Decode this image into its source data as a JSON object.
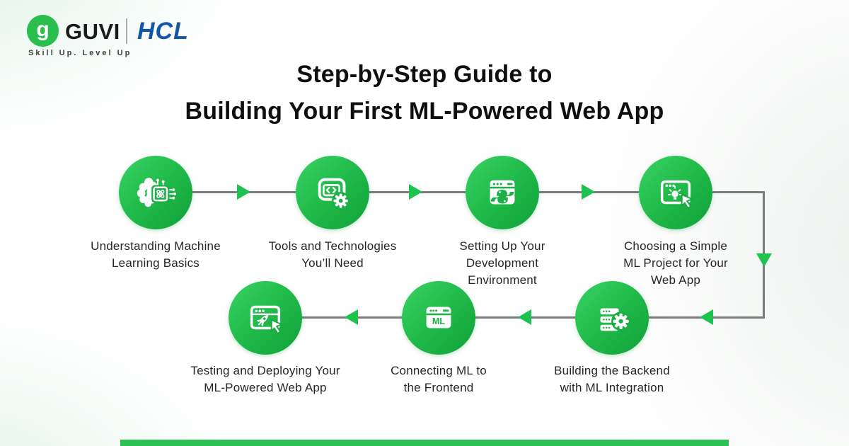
{
  "header": {
    "logo_mark": "g",
    "guvi_text": "GUVI",
    "hcl_text": "HCL",
    "tagline": "Skill Up. Level Up"
  },
  "title": {
    "line1": "Step-by-Step Guide to",
    "line2": "Building Your First ML-Powered Web App"
  },
  "colors": {
    "brand_green": "#2abf4c",
    "circle_green_light": "#39d264",
    "circle_green_dark": "#10a03a",
    "arrow_green": "#1ec24e",
    "line_gray": "#7b7b7b",
    "hcl_blue": "#1256a8",
    "title_text": "#0f0f10",
    "label_text": "#262626",
    "bottom_bar_green": "#2bc153"
  },
  "steps": [
    {
      "label": "Understanding Machine Learning Basics",
      "icon": "brain-chip-icon"
    },
    {
      "label": "Tools and Technologies You’ll Need",
      "icon": "code-window-gear-icon"
    },
    {
      "label": "Setting Up Your Development Environment",
      "icon": "browser-python-icon"
    },
    {
      "label": "Choosing a Simple ML Project for Your Web App",
      "icon": "browser-idea-cursor-icon"
    },
    {
      "label": "Building the Backend with ML Integration",
      "icon": "server-gear-icon"
    },
    {
      "label": "Connecting ML to the Frontend",
      "icon": "browser-ml-icon",
      "icon_text": "ML"
    },
    {
      "label": "Testing and Deploying Your ML-Powered Web App",
      "icon": "browser-rocket-cursor-icon"
    }
  ]
}
